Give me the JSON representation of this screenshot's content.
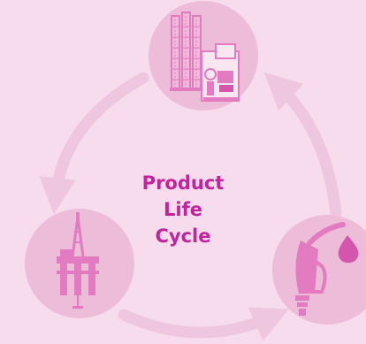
{
  "diagram": {
    "title_line_1": "Product Life",
    "title_line_2": "Cycle",
    "nodes": [
      {
        "id": "refinery",
        "icon": "refinery-icon"
      },
      {
        "id": "oil-rig",
        "icon": "oil-rig-icon"
      },
      {
        "id": "fuel-pump",
        "icon": "fuel-nozzle-icon"
      }
    ],
    "colors": {
      "background": "#f6dcec",
      "circle": "#edbcd9",
      "arrow": "#efc6df",
      "icon": "#e27bbf",
      "icon_dark": "#d456ac",
      "title": "#c3239b"
    }
  }
}
